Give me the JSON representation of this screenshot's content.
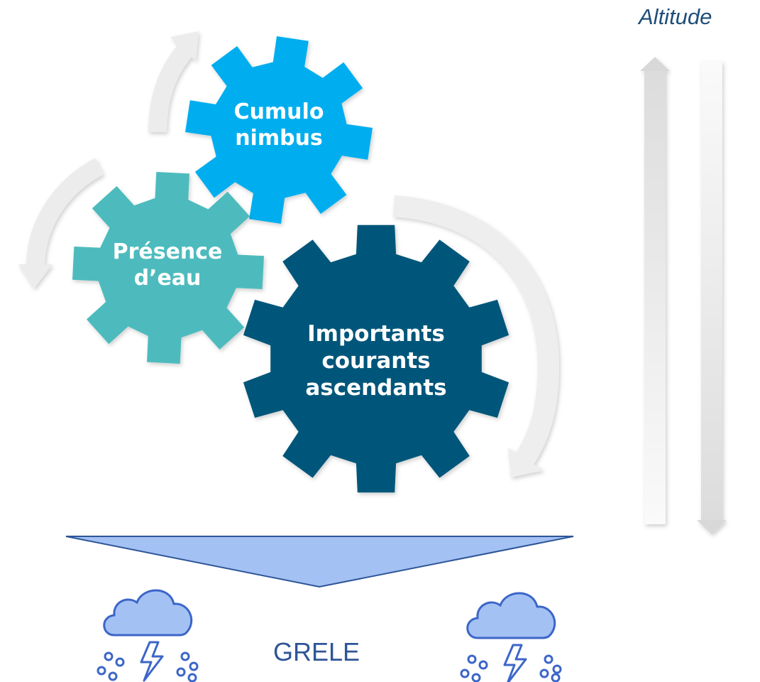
{
  "labels": {
    "altitude": "Altitude",
    "grele": "GRELE"
  },
  "gears": [
    {
      "id": "cumulo-nimbus",
      "lines": [
        "Cumulo",
        "nimbus"
      ],
      "color": "#00aeef"
    },
    {
      "id": "presence-eau",
      "lines": [
        "Présence",
        "d’eau"
      ],
      "color": "#4dbbbd"
    },
    {
      "id": "courants-ascendants",
      "lines": [
        "Importants",
        "courants",
        "ascendants"
      ],
      "color": "#00577a"
    }
  ],
  "colors": {
    "funnel": "#a4c1f4",
    "weather_icon": "#a4c1f4",
    "weather_stroke": "#3c66c8",
    "arrow_light": "#eeeeee"
  },
  "icons": [
    "cloud-lightning-hail-icon",
    "cloud-lightning-hail-icon"
  ]
}
